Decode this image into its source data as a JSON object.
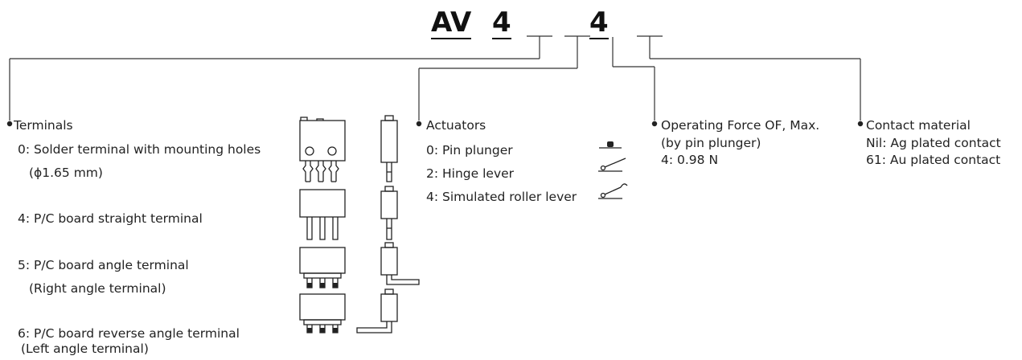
{
  "code": {
    "prefix": "AV",
    "digit1": "4",
    "digit2": "4"
  },
  "terminals": {
    "title": "Terminals",
    "items": [
      "0: Solder terminal with mounting holes",
      "(ϕ1.65 mm)",
      "4: P/C board straight terminal",
      "5: P/C board angle terminal",
      "(Right angle terminal)",
      "6: P/C board reverse angle terminal",
      "(Left angle terminal)"
    ]
  },
  "actuators": {
    "title": "Actuators",
    "items": [
      "0: Pin plunger",
      "2: Hinge lever",
      "4: Simulated roller lever"
    ]
  },
  "operating_force": {
    "title": "Operating Force OF, Max.",
    "subtitle": "(by pin plunger)",
    "value": "4: 0.98 N"
  },
  "contact_material": {
    "title": "Contact material",
    "items": [
      "Nil: Ag plated contact",
      "61: Au plated contact"
    ]
  }
}
